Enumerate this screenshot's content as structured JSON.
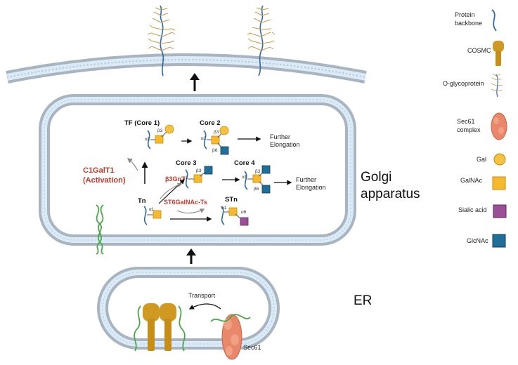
{
  "organelles": {
    "golgi": "Golgi\napparatus",
    "er": "ER"
  },
  "glycans": {
    "tf": "TF (Core 1)",
    "core2": "Core 2",
    "core3": "Core 3",
    "core4": "Core 4",
    "tn": "Tn",
    "stn": "STn",
    "further1": "Further\nElongation",
    "further2": "Further\nElongation"
  },
  "enzymes": {
    "c1galt1": "C1GalT1\n(Activation)",
    "b3gnt": "β3GnT",
    "st6": "ST6GalNAc-Ts"
  },
  "linkages": {
    "a1": "α1",
    "b3": "β3",
    "b6": "β6",
    "a6": "α6"
  },
  "er_labels": {
    "transport": "Transport",
    "sec61": "Sec61"
  },
  "legend": [
    {
      "label": "Protein\nbackbone",
      "icon": "backbone-icon"
    },
    {
      "label": "COSMC",
      "icon": "cosmc-icon"
    },
    {
      "label": "O-glycoprotein",
      "icon": "o-glycoprotein-icon"
    },
    {
      "label": "Sec61\ncomplex",
      "icon": "sec61-complex-icon"
    },
    {
      "label": "Gal",
      "icon": "gal-circle-icon"
    },
    {
      "label": "GalNAc",
      "icon": "galnac-square-icon"
    },
    {
      "label": "Sialic acid",
      "icon": "sialic-acid-square-icon"
    },
    {
      "label": "GlcNAc",
      "icon": "glcnac-square-icon"
    }
  ],
  "colors": {
    "membrane_outer": "#a8b4c0",
    "membrane_inner": "#dbeaf7",
    "backbone": "#2f6aa8",
    "gal": "#f5c242",
    "galnac": "#f5b82e",
    "sialic": "#9b4f96",
    "glcnac": "#1f6f99",
    "cosmc": "#d09a22",
    "sec61": "#e8876a",
    "green": "#4aa84a",
    "enzyme_red": "#c0392b"
  }
}
